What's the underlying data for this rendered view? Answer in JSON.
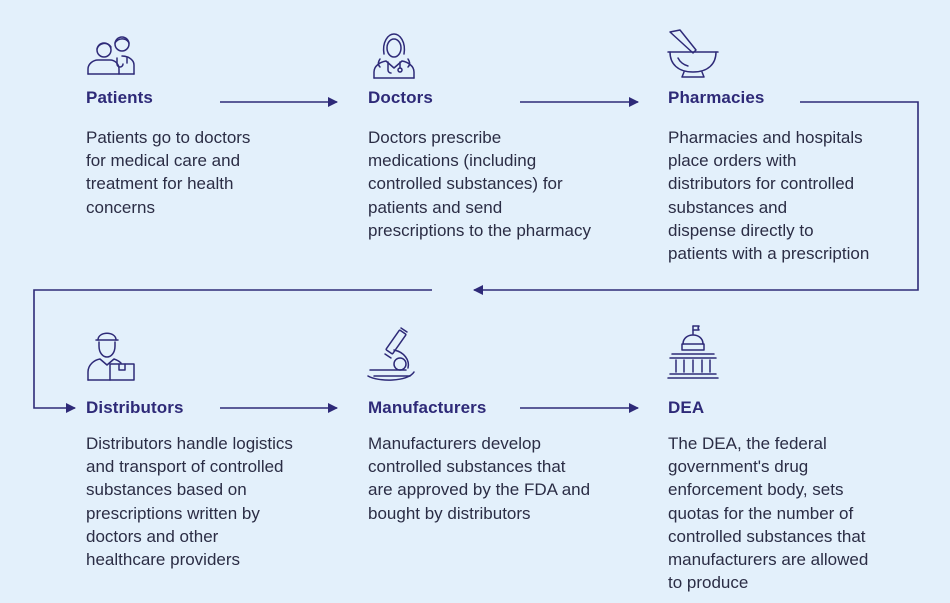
{
  "colors": {
    "background": "#e3f0fb",
    "title": "#2e2a78",
    "text": "#2b2d45",
    "arrow": "#2e2a78"
  },
  "steps": [
    {
      "icon": "patients-icon",
      "title": "Patients",
      "description": "Patients go to doctors\nfor medical care and\ntreatment for health\nconcerns"
    },
    {
      "icon": "doctor-icon",
      "title": "Doctors",
      "description": "Doctors prescribe\nmedications (including\ncontrolled substances) for\npatients and send\nprescriptions to the pharmacy"
    },
    {
      "icon": "mortar-pestle-icon",
      "title": "Pharmacies",
      "description": "Pharmacies and hospitals\nplace orders with\ndistributors for controlled\nsubstances and\ndispense directly to\npatients with a prescription"
    },
    {
      "icon": "delivery-person-icon",
      "title": "Distributors",
      "description": "Distributors handle logistics\nand transport of controlled\nsubstances based on\nprescriptions written by\ndoctors and other\nhealthcare providers"
    },
    {
      "icon": "microscope-icon",
      "title": "Manufacturers",
      "description": "Manufacturers develop\ncontrolled substances that\nare approved by the FDA and\nbought by distributors"
    },
    {
      "icon": "government-building-icon",
      "title": "DEA",
      "description": "The DEA, the federal\ngovernment's drug\nenforcement body, sets\nquotas for the number of\ncontrolled substances that\nmanufacturers are allowed\nto produce"
    }
  ]
}
